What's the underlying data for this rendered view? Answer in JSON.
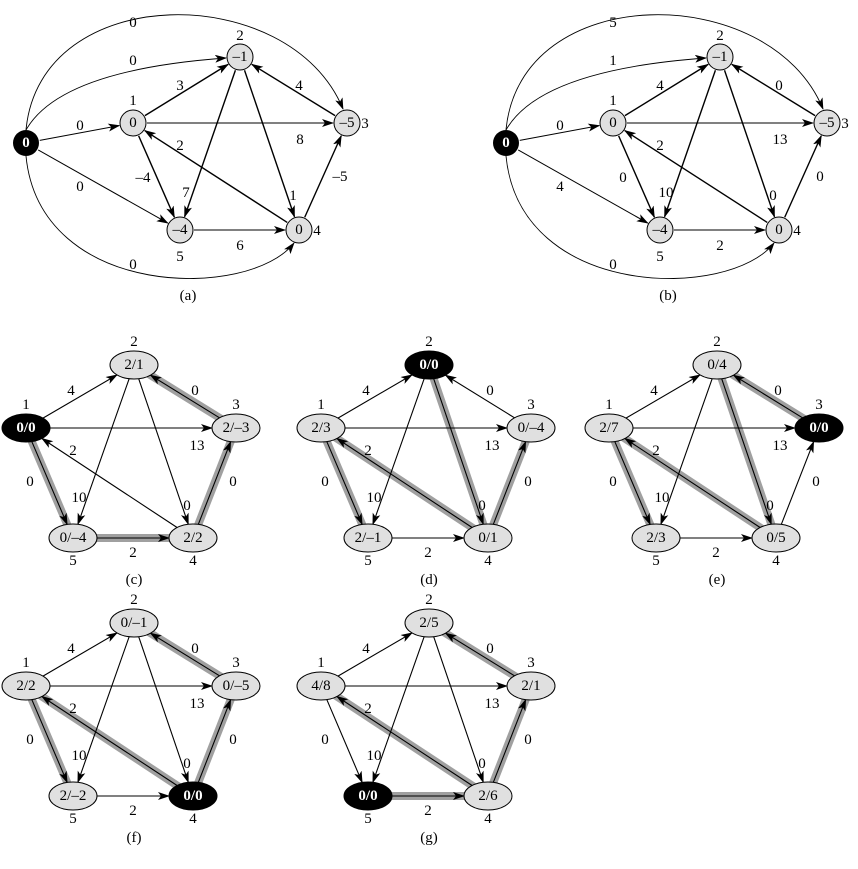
{
  "big_graphs": [
    {
      "caption": "(a)",
      "source_value": "0",
      "vertices": [
        {
          "id": "1",
          "value": "0"
        },
        {
          "id": "2",
          "value": "–1"
        },
        {
          "id": "3",
          "value": "–5"
        },
        {
          "id": "4",
          "value": "0"
        },
        {
          "id": "5",
          "value": "–4"
        }
      ],
      "edges": [
        {
          "from": "s",
          "to": "1",
          "w": "0"
        },
        {
          "from": "s",
          "to": "2",
          "w": "0"
        },
        {
          "from": "s",
          "to": "3",
          "w": "0"
        },
        {
          "from": "s",
          "to": "4",
          "w": "0"
        },
        {
          "from": "s",
          "to": "5",
          "w": "0"
        },
        {
          "from": "1",
          "to": "2",
          "w": "3"
        },
        {
          "from": "1",
          "to": "3",
          "w": "8"
        },
        {
          "from": "1",
          "to": "5",
          "w": "–4"
        },
        {
          "from": "2",
          "to": "4",
          "w": "1"
        },
        {
          "from": "2",
          "to": "5",
          "w": "7"
        },
        {
          "from": "3",
          "to": "2",
          "w": "4"
        },
        {
          "from": "4",
          "to": "1",
          "w": "2"
        },
        {
          "from": "4",
          "to": "3",
          "w": "–5"
        },
        {
          "from": "5",
          "to": "4",
          "w": "6"
        }
      ]
    },
    {
      "caption": "(b)",
      "source_value": "0",
      "vertices": [
        {
          "id": "1",
          "value": "0"
        },
        {
          "id": "2",
          "value": "–1"
        },
        {
          "id": "3",
          "value": "–5"
        },
        {
          "id": "4",
          "value": "0"
        },
        {
          "id": "5",
          "value": "–4"
        }
      ],
      "edges": [
        {
          "from": "s",
          "to": "1",
          "w": "0"
        },
        {
          "from": "s",
          "to": "2",
          "w": "1"
        },
        {
          "from": "s",
          "to": "3",
          "w": "5"
        },
        {
          "from": "s",
          "to": "4",
          "w": "0"
        },
        {
          "from": "s",
          "to": "5",
          "w": "4"
        },
        {
          "from": "1",
          "to": "2",
          "w": "4"
        },
        {
          "from": "1",
          "to": "3",
          "w": "13"
        },
        {
          "from": "1",
          "to": "5",
          "w": "0"
        },
        {
          "from": "2",
          "to": "4",
          "w": "0"
        },
        {
          "from": "2",
          "to": "5",
          "w": "10"
        },
        {
          "from": "3",
          "to": "2",
          "w": "0"
        },
        {
          "from": "4",
          "to": "1",
          "w": "2"
        },
        {
          "from": "4",
          "to": "3",
          "w": "0"
        },
        {
          "from": "5",
          "to": "4",
          "w": "2"
        }
      ]
    }
  ],
  "small_edges": [
    {
      "from": "1",
      "to": "2",
      "w": "4"
    },
    {
      "from": "1",
      "to": "3",
      "w": "13"
    },
    {
      "from": "1",
      "to": "5",
      "w": "0"
    },
    {
      "from": "2",
      "to": "4",
      "w": "0"
    },
    {
      "from": "2",
      "to": "5",
      "w": "10"
    },
    {
      "from": "3",
      "to": "2",
      "w": "0"
    },
    {
      "from": "4",
      "to": "1",
      "w": "2"
    },
    {
      "from": "4",
      "to": "3",
      "w": "0"
    },
    {
      "from": "5",
      "to": "4",
      "w": "2"
    }
  ],
  "small_graphs": [
    {
      "caption": "(c)",
      "source": "1",
      "labels": {
        "1": "0/0",
        "2": "2/1",
        "3": "2/–3",
        "4": "2/2",
        "5": "0/–4"
      },
      "tree": [
        "1-5",
        "5-4",
        "4-3",
        "3-2"
      ]
    },
    {
      "caption": "(d)",
      "source": "2",
      "labels": {
        "1": "2/3",
        "2": "0/0",
        "3": "0/–4",
        "4": "0/1",
        "5": "2/–1"
      },
      "tree": [
        "2-4",
        "4-1",
        "1-5",
        "4-3"
      ]
    },
    {
      "caption": "(e)",
      "source": "3",
      "labels": {
        "1": "2/7",
        "2": "0/4",
        "3": "0/0",
        "4": "0/5",
        "5": "2/3"
      },
      "tree": [
        "3-2",
        "2-4",
        "4-1",
        "1-5"
      ]
    },
    {
      "caption": "(f)",
      "source": "4",
      "labels": {
        "1": "2/2",
        "2": "0/–1",
        "3": "0/–5",
        "4": "0/0",
        "5": "2/–2"
      },
      "tree": [
        "4-1",
        "1-5",
        "4-3",
        "3-2"
      ]
    },
    {
      "caption": "(g)",
      "source": "5",
      "labels": {
        "1": "4/8",
        "2": "2/5",
        "3": "2/1",
        "4": "2/6",
        "5": "0/0"
      },
      "tree": [
        "5-4",
        "4-1",
        "4-3",
        "3-2"
      ]
    }
  ],
  "colors": {
    "node_fill": "#e0e0e0",
    "source_fill": "#000000",
    "tree_highlight": "#a0a0a0"
  }
}
